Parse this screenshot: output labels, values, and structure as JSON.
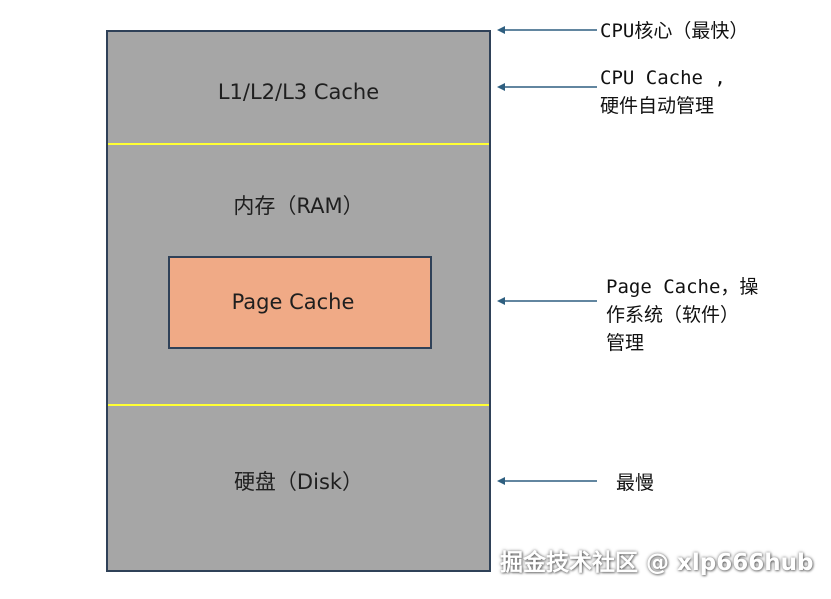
{
  "diagram": {
    "layers": {
      "cache": "L1/L2/L3 Cache",
      "ram": "内存（RAM）",
      "page_cache": "Page Cache",
      "disk": "硬盘（Disk）"
    },
    "notes": {
      "cpu_core": "CPU核心（最快）",
      "cpu_cache_line1": "CPU Cache ,",
      "cpu_cache_line2": "硬件自动管理",
      "page_cache_line1": "Page Cache，操",
      "page_cache_line2": "作系统（软件）",
      "page_cache_line3": "管理",
      "slowest": "最慢"
    },
    "colors": {
      "layer_fill": "#a6a6a6",
      "border": "#2f4158",
      "divider": "#ffff33",
      "page_cache_fill": "#f0aa86",
      "arrow": "#2f5f80"
    }
  },
  "watermark": "掘金技术社区 @ xlp666hub"
}
